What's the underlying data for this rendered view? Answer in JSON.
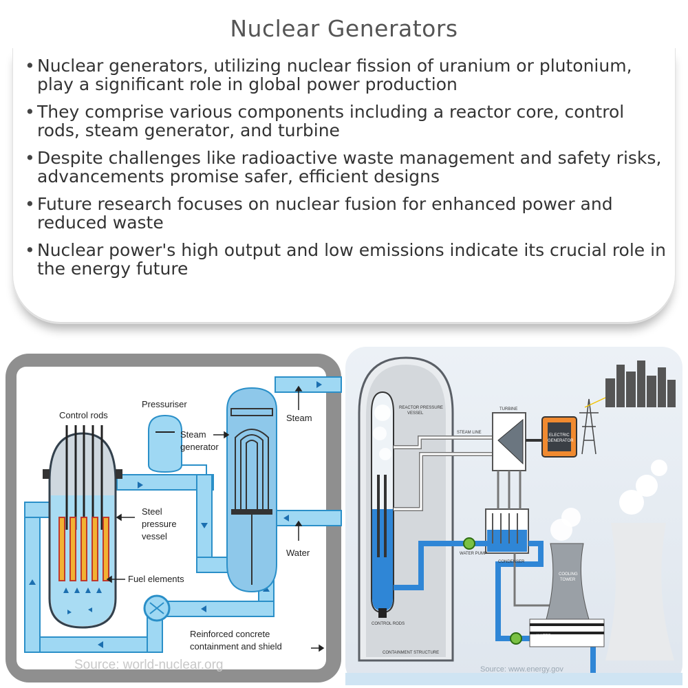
{
  "title": "Nuclear Generators",
  "bullets": [
    "Nuclear generators, utilizing nuclear fission of uranium or plutonium, play a significant role in global power production",
    "They comprise various components including a reactor core, control rods, steam generator, and turbine",
    "Despite challenges like radioactive waste management and safety risks, advancements promise safer, efficient designs",
    "Future research focuses on nuclear fusion for enhanced power and reduced waste",
    "Nuclear power's high output and low emissions indicate its crucial role in the energy future"
  ],
  "left_diagram": {
    "labels": {
      "control_rods": "Control rods",
      "pressuriser": "Pressuriser",
      "steam_generator_1": "Steam",
      "steam_generator_2": "generator",
      "steam": "Steam",
      "steel_1": "Steel",
      "steel_2": "pressure",
      "steel_3": "vessel",
      "water": "Water",
      "fuel_elements": "Fuel elements",
      "containment_1": "Reinforced concrete",
      "containment_2": "containment and shield"
    },
    "source": "Source: world-nuclear.org",
    "colors": {
      "water": "#6cc3ea",
      "pipe_edge": "#2a8fc8",
      "fuel": "#f0a020"
    }
  },
  "right_diagram": {
    "labels": {
      "reactor_1": "REACTOR PRESSURE",
      "reactor_2": "VESSEL",
      "turbine": "TURBINE",
      "steam_line": "STEAM LINE",
      "generator_1": "ELECTRIC",
      "generator_2": "GENERATOR",
      "water_pump": "WATER PUMP",
      "condenser": "CONDENSER",
      "cooling_1": "COOLING",
      "cooling_2": "TOWER",
      "control_rods": "CONTROL RODS",
      "water": "WATER",
      "containment": "CONTAINMENT STRUCTURE"
    },
    "source": "Source: www.energy.gov",
    "colors": {
      "water": "#2f86d6",
      "generator": "#f08a30"
    }
  }
}
